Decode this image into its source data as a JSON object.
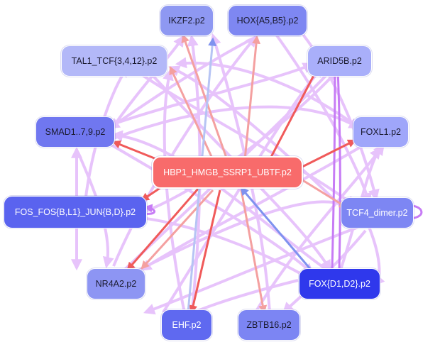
{
  "nodes": {
    "hub": {
      "label": "HBP1_HMGB_SSRP1_UBTF.p2",
      "color": "#f86b6b"
    },
    "ikzf2": {
      "label": "IKZF2.p2",
      "color": "#8e98f2"
    },
    "hox": {
      "label": "HOX{A5,B5}.p2",
      "color": "#7e87f2"
    },
    "tal1": {
      "label": "TAL1_TCF{3,4,12}.p2",
      "color": "#b3b8f8"
    },
    "arid5b": {
      "label": "ARID5B.p2",
      "color": "#a9affa"
    },
    "smad": {
      "label": "SMAD1..7,9.p2",
      "color": "#7077f0"
    },
    "foxl1": {
      "label": "FOXL1.p2",
      "color": "#9fa6fa"
    },
    "fos": {
      "label": "FOS_FOS{B,L1}_JUN{B,D}.p2",
      "color": "#5a63ef"
    },
    "tcf4": {
      "label": "TCF4_dimer.p2",
      "color": "#7d86f3"
    },
    "nr4a2": {
      "label": "NR4A2.p2",
      "color": "#8d95f3"
    },
    "foxd": {
      "label": "FOX{D1,D2}.p2",
      "color": "#2f38ec"
    },
    "ehf": {
      "label": "EHF.p2",
      "color": "#5f69f0"
    },
    "zbtb16": {
      "label": "ZBTB16.p2",
      "color": "#7c85f3"
    }
  }
}
